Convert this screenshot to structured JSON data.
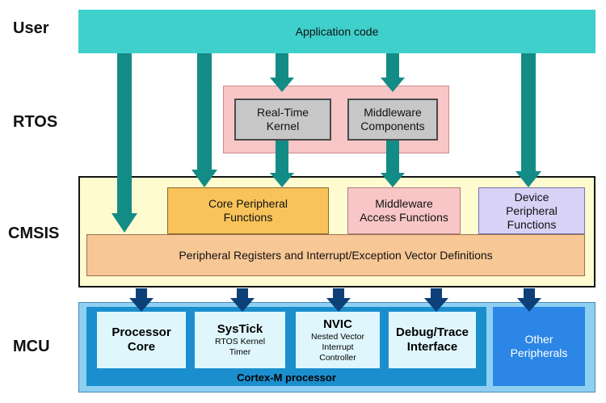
{
  "layers": {
    "user": "User",
    "rtos": "RTOS",
    "cmsis": "CMSIS",
    "mcu": "MCU"
  },
  "application": {
    "label": "Application code"
  },
  "rtos": {
    "kernel": [
      "Real-Time",
      "Kernel"
    ],
    "middleware": [
      "Middleware",
      "Components"
    ]
  },
  "cmsis": {
    "core_peripheral": [
      "Core Peripheral",
      "Functions"
    ],
    "middleware_access": [
      "Middleware",
      "Access Functions"
    ],
    "device_peripheral": [
      "Device",
      "Peripheral",
      "Functions"
    ],
    "peripheral_registers": "Peripheral Registers and Interrupt/Exception Vector Definitions"
  },
  "mcu": {
    "processor_core": {
      "title": [
        "Processor",
        "Core"
      ]
    },
    "systick": {
      "title": "SysTick",
      "sub": [
        "RTOS Kernel",
        "Timer"
      ]
    },
    "nvic": {
      "title": "NVIC",
      "sub": [
        "Nested Vector",
        "Interrupt",
        "Controller"
      ]
    },
    "debug": {
      "title": [
        "Debug/Trace",
        "Interface"
      ]
    },
    "cortex_label": "Cortex-M processor",
    "other_peripherals": [
      "Other",
      "Peripherals"
    ]
  },
  "colors": {
    "teal_arrow": "#138c86",
    "navy_arrow": "#0d3f78",
    "application_bar": "#3fd0cc",
    "cortex": "#1b8fce",
    "other_peripherals": "#2b86e6"
  }
}
